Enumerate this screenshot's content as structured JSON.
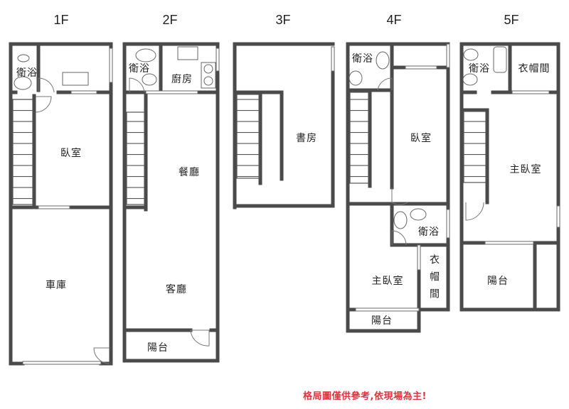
{
  "floors": [
    {
      "label": "1F",
      "rooms": [
        {
          "name": "衛浴"
        },
        {
          "name": "臥室"
        },
        {
          "name": "車庫"
        }
      ]
    },
    {
      "label": "2F",
      "rooms": [
        {
          "name": "衛浴"
        },
        {
          "name": "廚房"
        },
        {
          "name": "餐廳"
        },
        {
          "name": "客廳"
        },
        {
          "name": "陽台"
        }
      ]
    },
    {
      "label": "3F",
      "rooms": [
        {
          "name": "書房"
        }
      ]
    },
    {
      "label": "4F",
      "rooms": [
        {
          "name": "衛浴"
        },
        {
          "name": "臥室"
        },
        {
          "name": "衛浴"
        },
        {
          "name": "衣帽間"
        },
        {
          "name": "主臥室"
        },
        {
          "name": "陽台"
        }
      ]
    },
    {
      "label": "5F",
      "rooms": [
        {
          "name": "衛浴"
        },
        {
          "name": "衣帽間"
        },
        {
          "name": "主臥室"
        },
        {
          "name": "陽台"
        }
      ]
    }
  ],
  "disclaimer": "格局圖僅供參考,依現場為主!",
  "colors": {
    "wall": "#4a4a4a",
    "disclaimer": "#d9363e"
  }
}
